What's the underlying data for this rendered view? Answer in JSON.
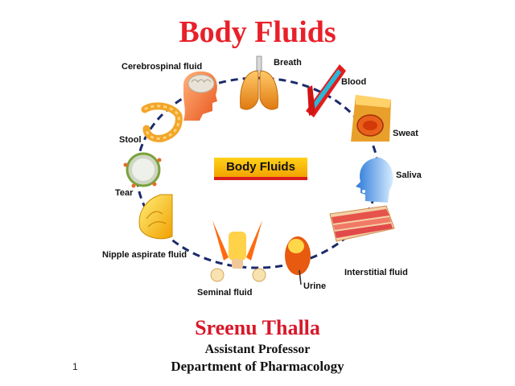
{
  "slide": {
    "title": "Body Fluids",
    "center_label": "Body Fluids",
    "author": "Sreenu Thalla",
    "role": "Assistant Professor",
    "department": "Department of Pharmacology",
    "page_number": "1"
  },
  "fluids": {
    "cerebrospinal": "Cerebrospinal fluid",
    "breath": "Breath",
    "blood": "Blood",
    "sweat": "Sweat",
    "saliva": "Saliva",
    "interstitial": "Interstitial fluid",
    "urine": "Urine",
    "seminal": "Seminal fluid",
    "nipple": "Nipple aspirate fluid",
    "tear": "Tear",
    "stool": "Stool"
  },
  "colors": {
    "title": "#e8202a",
    "ring": "#1b2a6b",
    "badge": "#f7b500",
    "badge_underline": "#d81d1d"
  },
  "icons": [
    "brain-head-icon",
    "lungs-icon",
    "blood-vessel-icon",
    "sweat-gland-icon",
    "saliva-head-icon",
    "tissue-icon",
    "kidney-icon",
    "prostate-icon",
    "breast-icon",
    "eye-icon",
    "intestine-icon"
  ]
}
